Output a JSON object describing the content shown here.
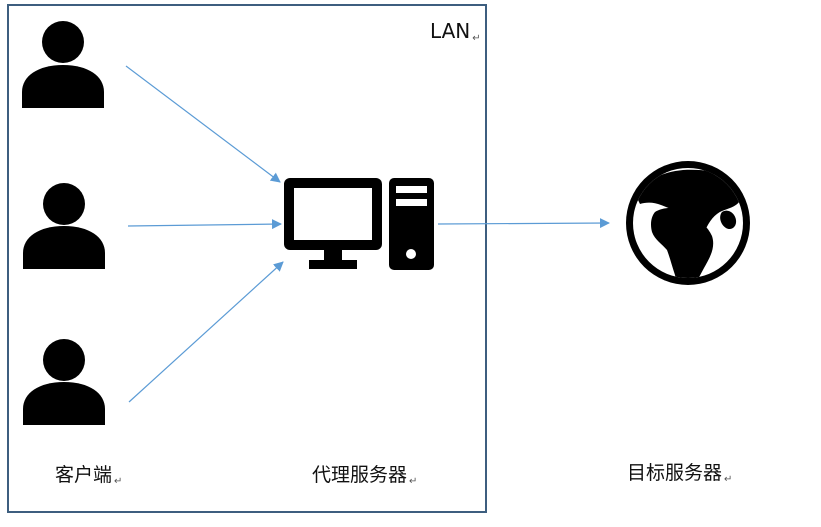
{
  "lan": {
    "label": "LAN",
    "border_color": "#3d5e7f"
  },
  "labels": {
    "client": "客户端",
    "proxy_server": "代理服务器",
    "target_server": "目标服务器",
    "paragraph_mark": "↵"
  },
  "colors": {
    "arrow": "#5b9bd5",
    "icon": "#000000"
  },
  "icons": {
    "client": "person-icon",
    "proxy_server": "desktop-computer-icon",
    "target_server": "globe-icon"
  }
}
